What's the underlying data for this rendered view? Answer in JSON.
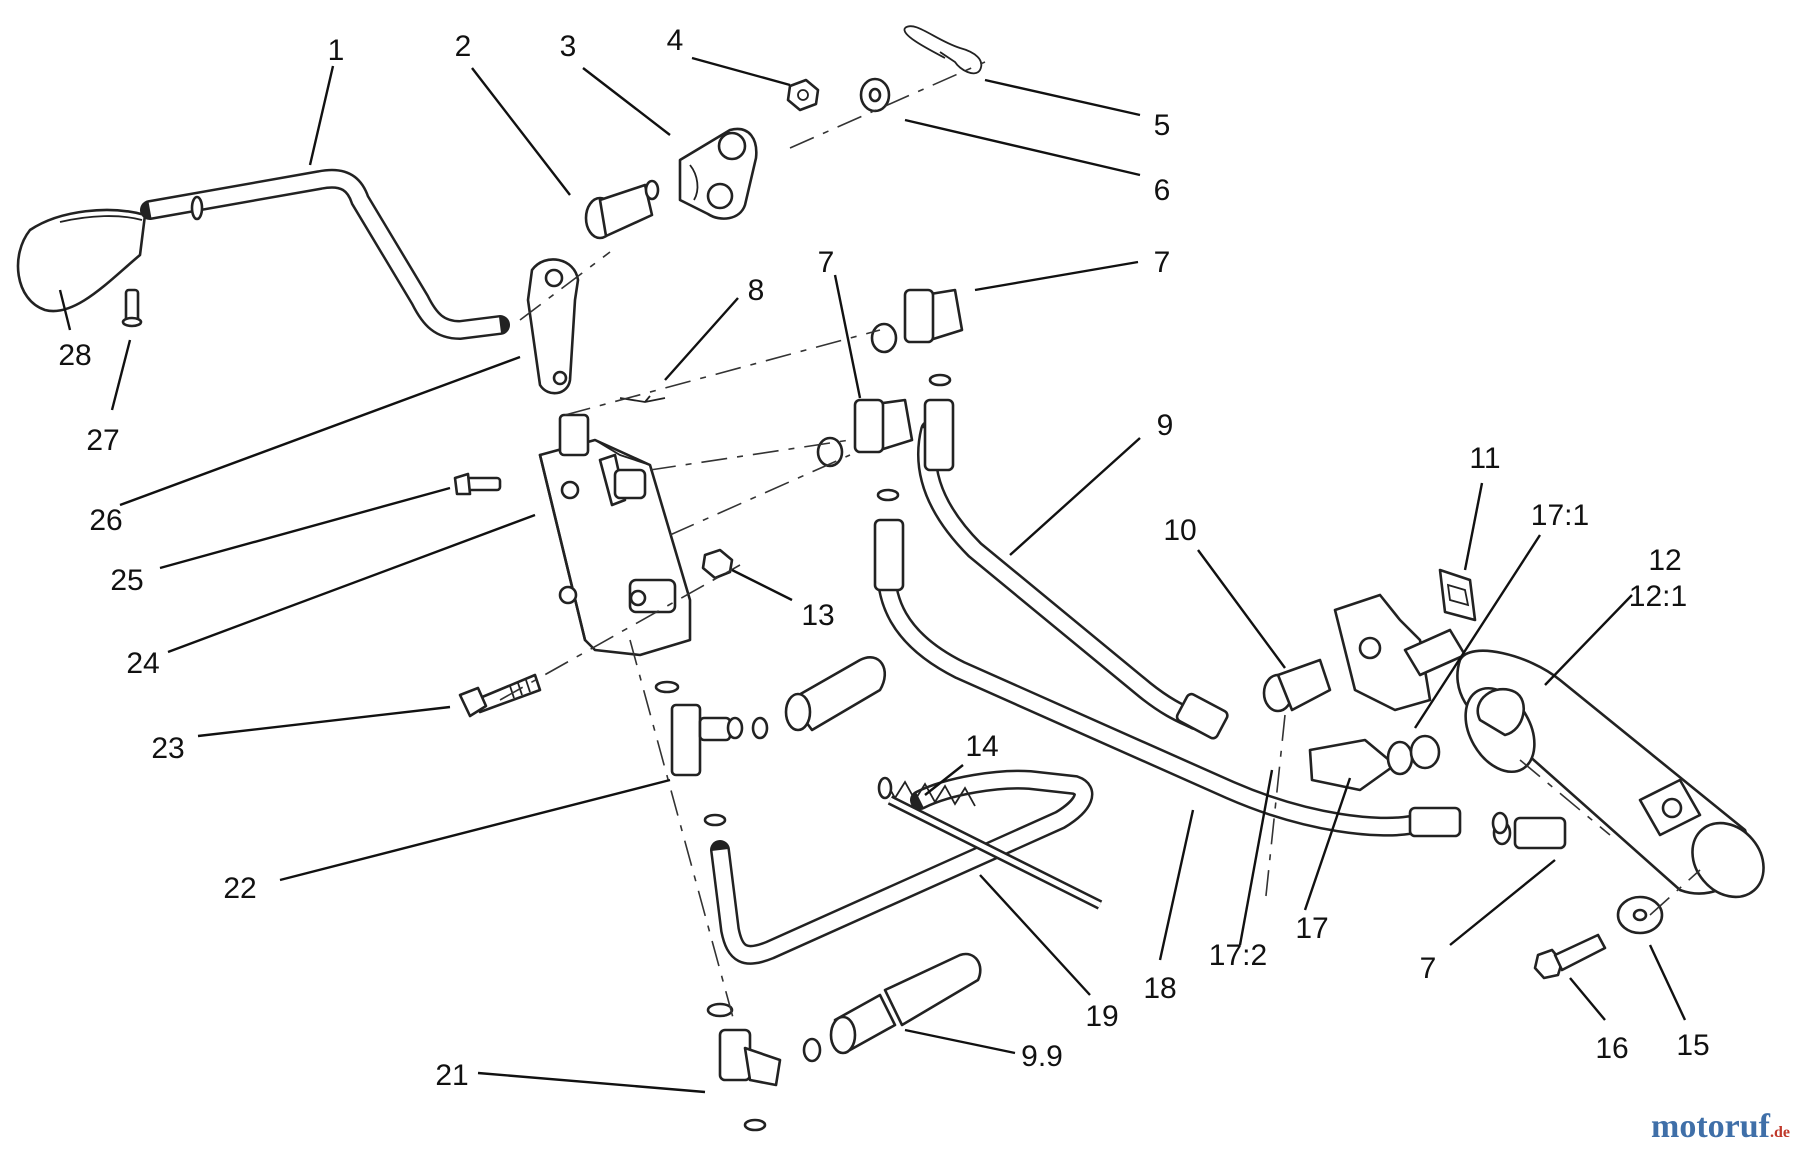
{
  "callouts": {
    "c1": "1",
    "c2": "2",
    "c3": "3",
    "c4": "4",
    "c5": "5",
    "c6": "6",
    "c7a": "7",
    "c7b": "7",
    "c7c": "7",
    "c8": "8",
    "c9": "9",
    "c10": "10",
    "c11": "11",
    "c17_1": "17:1",
    "c12": "12",
    "c12_1": "12:1",
    "c13": "13",
    "c14": "14",
    "c15": "15",
    "c16": "16",
    "c17": "17",
    "c17_2": "17:2",
    "c18": "18",
    "c19": "19",
    "c9_9": "9.9",
    "c21": "21",
    "c22": "22",
    "c23": "23",
    "c24": "24",
    "c25": "25",
    "c26": "26",
    "c27": "27",
    "c28": "28"
  },
  "watermark": {
    "brand": "motoruf",
    "tld": ".de",
    "brand_color": "#3f6fa8",
    "tld_color": "#c0392b"
  }
}
